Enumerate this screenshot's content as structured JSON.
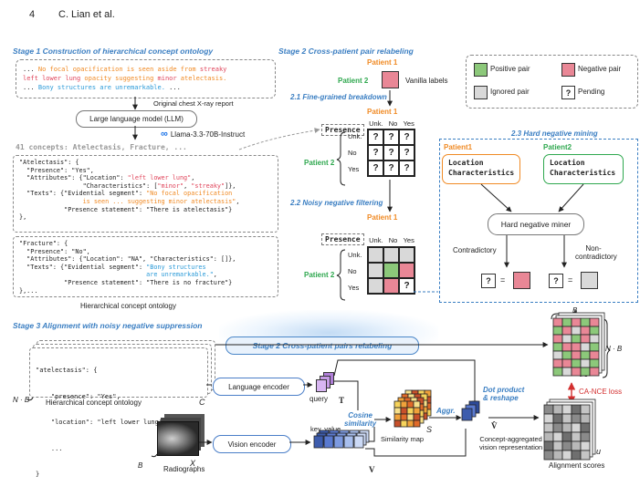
{
  "page": {
    "number": "4",
    "running_head": "C. Lian et al."
  },
  "stage1": {
    "title": "Stage 1 Construction of hierarchical concept ontology",
    "report_lines": [
      {
        "parts": [
          {
            "t": "... ",
            "c": ""
          },
          {
            "t": "No focal opacification is seen aside from ",
            "c": "orange"
          },
          {
            "t": "streaky",
            "c": "red"
          }
        ]
      },
      {
        "parts": [
          {
            "t": "left lower lung",
            "c": "red"
          },
          {
            "t": " opacity suggesting ",
            "c": "orange"
          },
          {
            "t": "minor",
            "c": "red"
          },
          {
            "t": " atelectasis.",
            "c": "orange"
          }
        ]
      },
      {
        "parts": [
          {
            "t": "... ",
            "c": ""
          },
          {
            "t": "Bony structures are unremarkable.",
            "c": "blue"
          },
          {
            "t": " ...",
            "c": ""
          }
        ]
      }
    ],
    "report_caption": "Original chest X-ray report",
    "llm_label": "Large language model (LLM)",
    "llm_model": "Llama-3.3-70B-Instruct",
    "concepts_line": "41 concepts: Atelectasis, Fracture, ...",
    "ontology_caption": "Hierarchical concept ontology",
    "atelectasis_block": [
      {
        "parts": [
          {
            "t": "\"Atelectasis\": {",
            "c": ""
          }
        ]
      },
      {
        "parts": [
          {
            "t": "  \"Presence\": \"Yes\",",
            "c": ""
          }
        ]
      },
      {
        "parts": [
          {
            "t": "  \"Attributes\": {\"Location\": ",
            "c": ""
          },
          {
            "t": "\"left lower lung\"",
            "c": "red"
          },
          {
            "t": ",",
            "c": ""
          }
        ]
      },
      {
        "parts": [
          {
            "t": "                 \"Characteristics\": [",
            "c": ""
          },
          {
            "t": "\"minor\"",
            "c": "red"
          },
          {
            "t": ", ",
            "c": ""
          },
          {
            "t": "\"streaky\"",
            "c": "red"
          },
          {
            "t": "]},",
            "c": ""
          }
        ]
      },
      {
        "parts": [
          {
            "t": "  \"Texts\": {\"Evidential segment\": ",
            "c": ""
          },
          {
            "t": "\"No focal opacification",
            "c": "orange"
          }
        ]
      },
      {
        "parts": [
          {
            "t": "                 is seen ... suggesting minor atelectasis\"",
            "c": "orange"
          },
          {
            "t": ",",
            "c": ""
          }
        ]
      },
      {
        "parts": [
          {
            "t": "            \"Presence statement\": \"There is atelectasis\"}",
            "c": ""
          }
        ]
      },
      {
        "parts": [
          {
            "t": "},",
            "c": ""
          }
        ]
      }
    ],
    "fracture_block": [
      {
        "parts": [
          {
            "t": "\"Fracture\": {",
            "c": ""
          }
        ]
      },
      {
        "parts": [
          {
            "t": "  \"Presence\": \"No\",",
            "c": ""
          }
        ]
      },
      {
        "parts": [
          {
            "t": "  \"Attributes\": {\"Location\": \"NA\", \"Characteristics\": []},",
            "c": ""
          }
        ]
      },
      {
        "parts": [
          {
            "t": "  \"Texts\": {\"Evidential segment\": ",
            "c": ""
          },
          {
            "t": "\"Bony structures",
            "c": "blue"
          }
        ]
      },
      {
        "parts": [
          {
            "t": "                                  are unremarkable.\"",
            "c": "blue"
          },
          {
            "t": ",",
            "c": ""
          }
        ]
      },
      {
        "parts": [
          {
            "t": "            \"Presence statement\": \"There is no fracture\"}",
            "c": ""
          }
        ]
      },
      {
        "parts": [
          {
            "t": "},...",
            "c": ""
          }
        ]
      }
    ]
  },
  "stage2": {
    "title": "Stage 2 Cross-patient pair relabeling",
    "patient1": "Patient 1",
    "patient2": "Patient 2",
    "vanilla": "Vanilla labels",
    "s21": "2.1 Fine-grained breakdown",
    "s22": "2.2 Noisy negative filtering",
    "s23": "2.3 Hard negative mining",
    "presence": "Presence",
    "cols": [
      "Unk.",
      "No",
      "Yes"
    ],
    "rows": [
      "Unk.",
      "No",
      "Yes"
    ],
    "pending_mark": "?",
    "equals": "=",
    "legend": {
      "positive": "Positive pair",
      "negative": "Negative pair",
      "ignored": "Ignored pair",
      "pending": "Pending"
    },
    "hard": {
      "p1": "Patient1",
      "p2": "Patient2",
      "loc": "Location",
      "char": "Characteristics",
      "miner": "Hard negative miner",
      "contradictory": "Contradictory",
      "noncontra_1": "Non-",
      "noncontra_2": "contradictory"
    },
    "colors": {
      "positive": "#8cc87a",
      "negative": "#e98796",
      "ignored": "#d9d9d9",
      "orange": "#f08a24",
      "green": "#2fa84f",
      "blue": "#3a7ec2"
    }
  },
  "stage3": {
    "title": "Stage 3  Alignment with noisy negative suppression",
    "banner": "Stage 2 Cross-patient pairs relabeling",
    "ontology_code": [
      "\"atelectasis\": {",
      "    \"presence\": \"Yes\",",
      "    \"location\": \"left lower lung\",",
      "    ...",
      "}"
    ],
    "ontology_caption": "Hierarchical concept ontology",
    "ontology_sym": "C",
    "nb": "N · B",
    "b": "B",
    "language_encoder": "Language encoder",
    "vision_encoder": "Vision encoder",
    "query": "query",
    "T": "T",
    "keyvalue": "key, value",
    "V": "V",
    "X": "X",
    "radiographs": "Radiographs",
    "cosine": "Cosine",
    "similarity": "similarity",
    "simmap": "Similarity map",
    "S": "S",
    "aggr": "Aggr.",
    "dot1": "Dot product",
    "dot2": "& reshape",
    "Vhat": "V̂",
    "agg_caption_1": "Concept-aggregated",
    "agg_caption_2": "vision representation",
    "M": "M",
    "loss": "CA-NCE loss",
    "u": "u",
    "alignment": "Alignment scores",
    "matrix_top_rows": [
      [
        "n",
        "p",
        "n",
        "p",
        "n"
      ],
      [
        "p",
        "n",
        "g",
        "n",
        "p"
      ],
      [
        "n",
        "g",
        "p",
        "n",
        "g"
      ],
      [
        "p",
        "n",
        "n",
        "g",
        "p"
      ],
      [
        "g",
        "p",
        "n",
        "p",
        "n"
      ],
      [
        "n",
        "n",
        "p",
        "g",
        "p"
      ],
      [
        "p",
        "g",
        "n",
        "p",
        "n"
      ]
    ]
  }
}
